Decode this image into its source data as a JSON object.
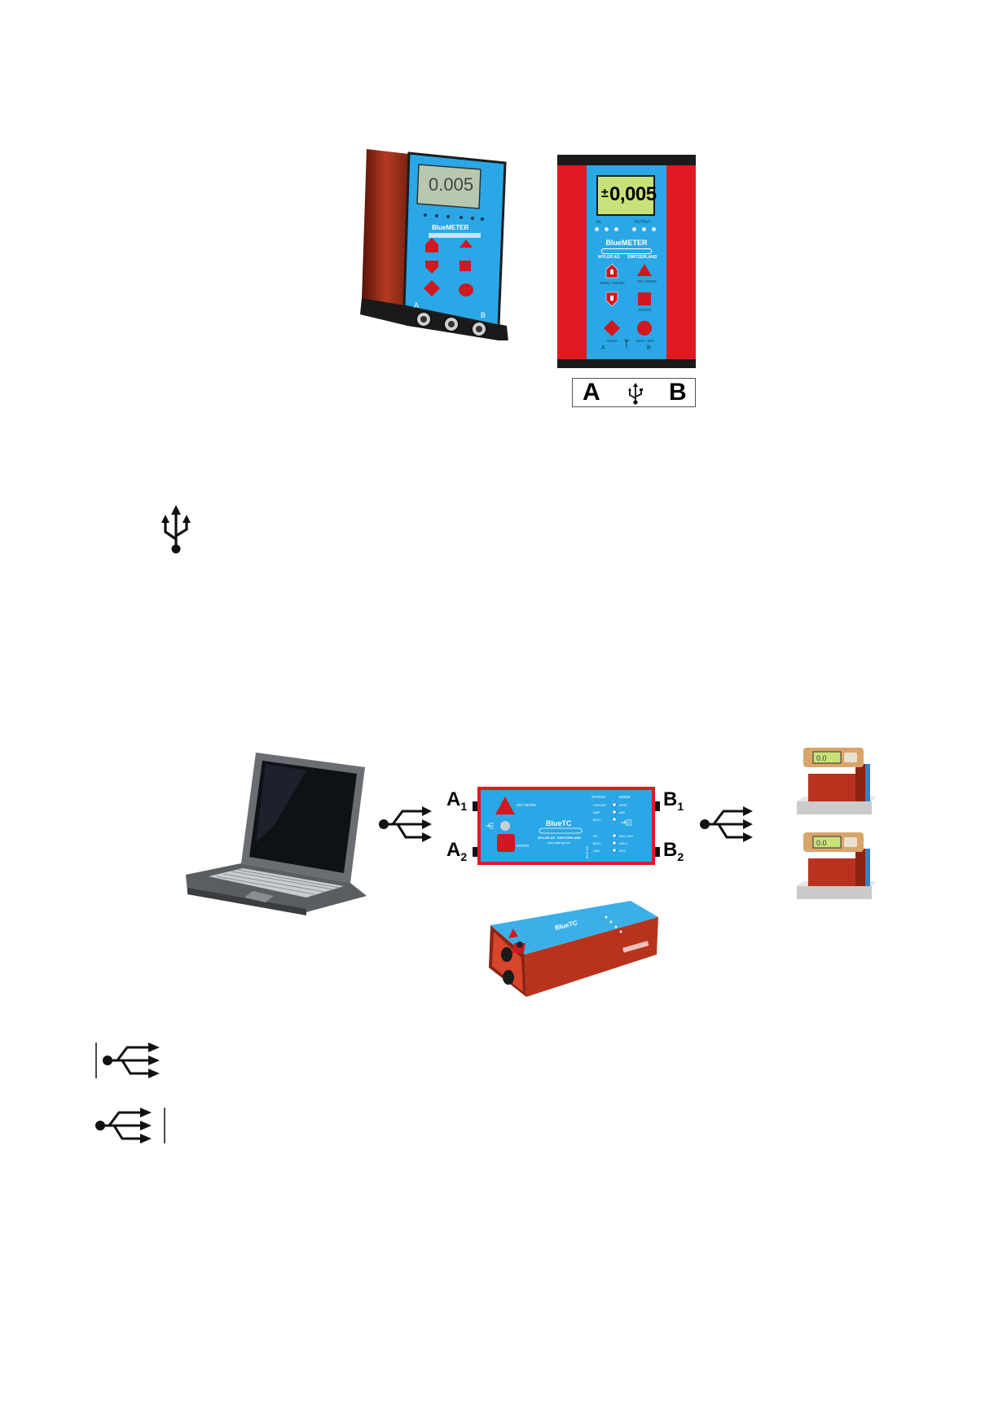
{
  "bluemeter": {
    "display_value": "0,005",
    "display_value_3d": "0.005",
    "sign": "±",
    "brand": "BlueMETER",
    "maker": "WYLER AG",
    "country": "SWITZERLAND",
    "led_group_left": "IN",
    "led_group_right": "OUTPUT",
    "buttons": {
      "zero_reset": "ZERO / RESET",
      "on_mode": "ON / MODE",
      "enter": "ENTER",
      "hold": "HOLD",
      "max_min": "MAX / MIN"
    },
    "port_a": "A",
    "port_b": "B"
  },
  "port_legend": {
    "a": "A",
    "b": "B"
  },
  "bluetc": {
    "brand": "BlueTC",
    "maker": "WYLER AG",
    "country": "SWITZERLAND",
    "web": "www.wylerag.com",
    "on_mode": "ON / MODE",
    "enter": "ENTER",
    "status_label": "STATUS",
    "mode_label": "MODE",
    "side_label": "BUS ON",
    "status_items": [
      "COM NET",
      "DISP",
      "BUSY",
      "INT",
      "BUSY",
      "LINK"
    ],
    "mode_items": [
      "ZERO",
      "ABS",
      "MAX / MIN",
      "HOLD",
      "DIFF"
    ],
    "port_a1": "A",
    "port_a1_sub": "1",
    "port_a2": "A",
    "port_a2_sub": "2",
    "port_b1": "B",
    "port_b1_sub": "1",
    "port_b2": "B",
    "port_b2_sub": "2"
  },
  "sensor_readout": "0.0",
  "colors": {
    "device_blue": "#2aa7e6",
    "housing_red": "#d01820",
    "lcd_green": "#c8e27a",
    "anodized": "#a8361e"
  }
}
